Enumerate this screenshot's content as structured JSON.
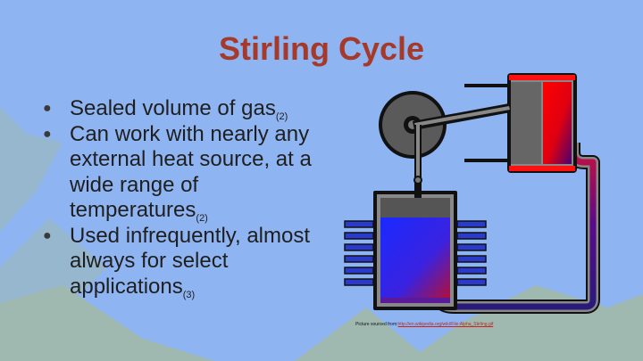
{
  "slide": {
    "title": "Stirling Cycle",
    "bullets": [
      {
        "text": "Sealed volume of gas",
        "ref": "(2)"
      },
      {
        "text": "Can work with nearly any external heat source, at a wide range of temperatures",
        "ref": "(2)"
      },
      {
        "text": "Used infrequently, almost always for select applications",
        "ref": "(3)"
      }
    ],
    "credit_prefix": "Picture sourced from:",
    "credit_link": "http://en.wikipedia.org/wiki/File:Alpha_Stirling.gif"
  },
  "colors": {
    "background": "#8fb4f2",
    "title": "#a63a2a",
    "hot": "#ff0000",
    "cold": "#2230e6",
    "fins": "#2a3bcc",
    "gas_mid": "#6a0a8a"
  },
  "image": {
    "description_icon": "alpha-stirling-engine-diagram"
  }
}
